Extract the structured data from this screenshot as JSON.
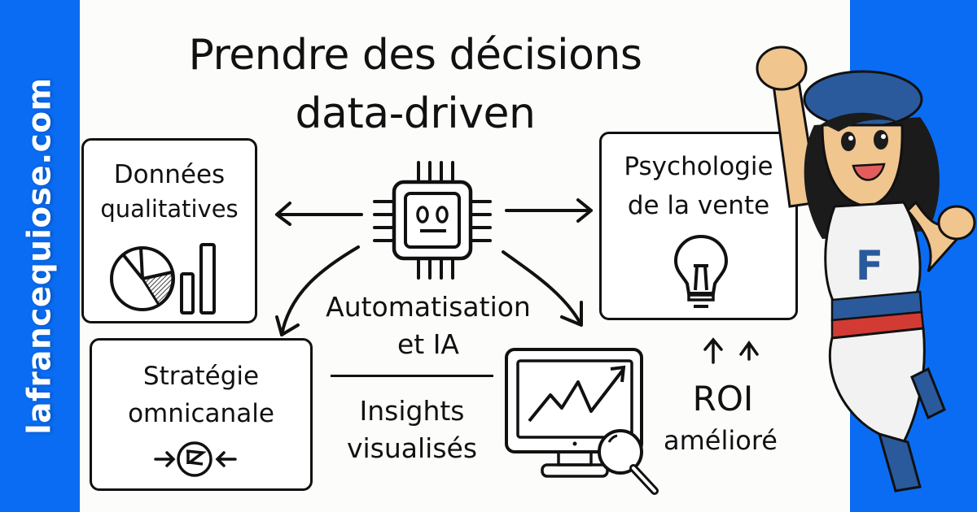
{
  "brand": {
    "site": "lafrancequiose.com",
    "color": "#0a6cf2"
  },
  "title": {
    "line1": "Prendre des décisions",
    "line2": "data-driven"
  },
  "nodes": {
    "donnees": {
      "line1": "Données",
      "line2": "qualitatives",
      "icon": "pie-and-bar-chart-icon"
    },
    "psychologie": {
      "line1": "Psychologie",
      "line2": "de la vente",
      "icon": "lightbulb-icon"
    },
    "automatisation": {
      "line1": "Automatisation",
      "line2": "et IA",
      "icon": "ai-chip-icon"
    },
    "strategie": {
      "line1": "Stratégie",
      "line2": "omnicanale",
      "icon": "converging-arrows-target-icon"
    },
    "insights": {
      "line1": "Insights",
      "line2": "visualisés",
      "icon": "monitor-chart-magnifier-icon"
    },
    "roi": {
      "line1": "ROI",
      "line2": "amélioré",
      "icon": "up-arrows-icon"
    }
  },
  "mascot": {
    "shirt_letter": "F",
    "colors": {
      "beret": "#2a5a9c",
      "skin": "#f0c58e",
      "blue_band": "#2a5a9c",
      "red_band": "#d23b34",
      "outfit": "#f2f2f2",
      "hair": "#1b1b1b"
    }
  }
}
